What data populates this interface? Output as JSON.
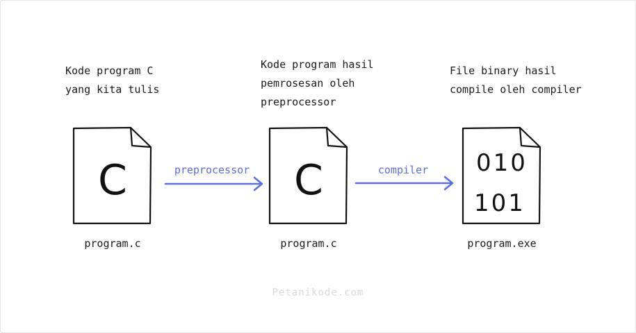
{
  "stages": [
    {
      "caption": "Kode program C\nyang kita tulis",
      "glyph": "C",
      "filename": "program.c",
      "icon": "c-source-file-icon"
    },
    {
      "caption": "Kode program hasil\npemrosesan oleh\npreprocessor",
      "glyph": "C",
      "filename": "program.c",
      "icon": "c-source-file-icon"
    },
    {
      "caption": "File binary hasil\ncompile oleh compiler",
      "glyph_line1": "010",
      "glyph_line2": "101",
      "filename": "program.exe",
      "icon": "binary-file-icon"
    }
  ],
  "arrows": [
    {
      "label": "preprocessor"
    },
    {
      "label": "compiler"
    }
  ],
  "watermark": "Petanikode.com",
  "colors": {
    "arrow": "#5b6ee1",
    "ink": "#111111",
    "watermark": "#d9d9d9"
  }
}
